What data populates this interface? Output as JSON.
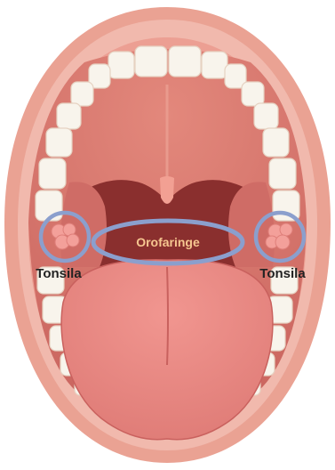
{
  "labels": {
    "oropharynx": "Orofaringe",
    "tonsil_left": "Tonsila",
    "tonsil_right": "Tonsila"
  },
  "colors": {
    "outer_lip": "#eaa293",
    "inner_lip": "#f1b9ad",
    "gum": "#ec9f93",
    "palate": "#d9766d",
    "throat": "#8a2f2e",
    "uvula": "#f2a093",
    "tongue": "#ec8a84",
    "teeth": "#f8f4ec",
    "tonsil": "#f3a09a",
    "highlight_ring": "#8b9fcd",
    "oropharynx_label": "#f6c690",
    "tonsil_label": "#222222"
  }
}
